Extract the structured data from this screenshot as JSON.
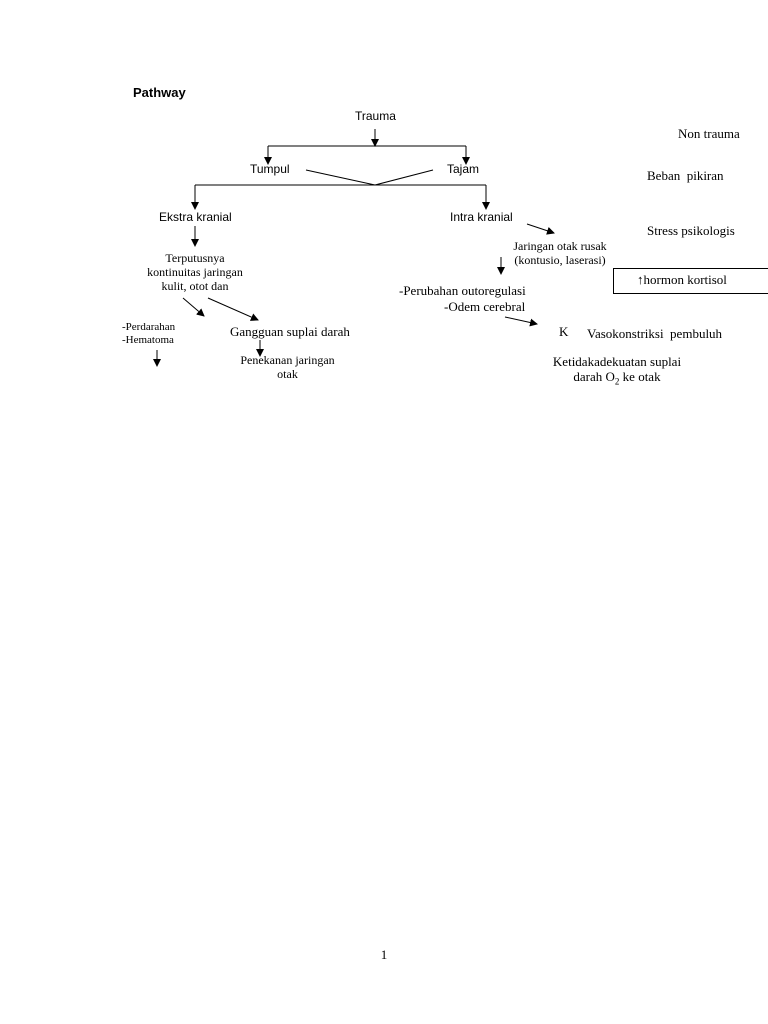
{
  "diagram": {
    "heading": "Pathway",
    "nodes": {
      "trauma": "Trauma",
      "non_trauma": "Non trauma",
      "tumpul": "Tumpul",
      "tajam": "Tajam",
      "beban_pikiran": "Beban  pikiran",
      "ekstra_kranial": "Ekstra kranial",
      "intra_kranial": "Intra kranial",
      "stress_psikologis": "Stress psikologis",
      "terputusnya": [
        "Terputusnya",
        "kontinuitas jaringan",
        "kulit, otot dan"
      ],
      "jaringan_otak_rusak": [
        "Jaringan otak rusak",
        "(kontusio, laserasi)"
      ],
      "hormon_kortisol": "↑hormon kortisol",
      "perubahan": [
        "-Perubahan outoregulasi",
        "-Odem cerebral"
      ],
      "perdarahan": [
        "-Perdarahan",
        "-Hematoma"
      ],
      "gangguan_suplai": "Gangguan suplai darah",
      "k_label": "K",
      "vasokonstriksi": "Vasokonstriksi  pembuluh",
      "penekanan": [
        "Penekanan jaringan",
        "otak"
      ],
      "ketidakadekuatan": [
        "Ketidakadekuatan suplai",
        "darah O",
        "2",
        " ke otak"
      ]
    }
  },
  "footer": {
    "page_number": "1"
  }
}
